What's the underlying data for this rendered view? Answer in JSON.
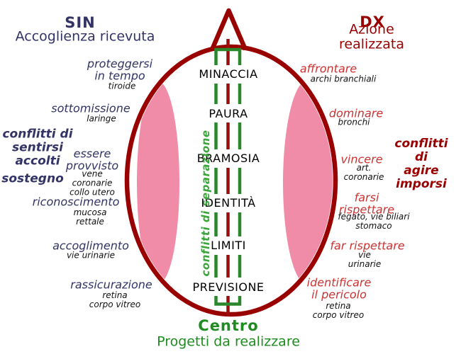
{
  "top_left": {
    "title": "SIN",
    "subtitle": "Accoglienza ricevuta"
  },
  "top_right": {
    "title": "DX",
    "subtitle": "Azione realizzata"
  },
  "bottom": {
    "title": "Centro",
    "subtitle": "Progetti da realizzare"
  },
  "center_column": {
    "separator_label": "conflitti di separazione",
    "items": [
      "MINACCIA",
      "PAURA",
      "BRAMOSIA",
      "IDENTITÀ",
      "LIMITI",
      "PREVISIONE"
    ]
  },
  "left_side": {
    "conflict_block": "conflitti di\nsentirsi\naccolti",
    "conflict_extra": "sostegno",
    "labels": [
      {
        "behavior": "proteggersi\nin tempo",
        "organ": "tiroide"
      },
      {
        "behavior": "sottomissione",
        "organ": "laringe"
      },
      {
        "behavior": "essere\nprovvisto",
        "organ": "vene\ncoronarie\ncollo utero"
      },
      {
        "behavior": "riconoscimento",
        "organ": "mucosa\nrettale"
      },
      {
        "behavior": "accoglimento",
        "organ": "vie urinarie"
      },
      {
        "behavior": "rassicurazione",
        "organ": "retina\ncorpo vitreo"
      }
    ]
  },
  "right_side": {
    "conflict_block": "conflitti di\nagire\nimporsi",
    "labels": [
      {
        "behavior": "affrontare",
        "organ": "archi branchiali"
      },
      {
        "behavior": "dominare",
        "organ": "bronchi"
      },
      {
        "behavior": "vincere",
        "organ": "art.\ncoronarie"
      },
      {
        "behavior": "farsi\nrispettare",
        "organ": "fegato, vie biliari\nstomaco"
      },
      {
        "behavior": "far rispettare",
        "organ": "vie\nurinarie"
      },
      {
        "behavior": "identificare\nil pericolo",
        "organ": "retina\ncorpo vitreo"
      }
    ]
  },
  "colors": {
    "navy": "#333366",
    "dark_red": "#990000",
    "crimson": "#cc3333",
    "green_line": "#2b872b",
    "green_text_vertical": "#3aa63a",
    "green_dark": "#1f8c1f",
    "pink_lens": "#f08ca8",
    "black": "#111111"
  }
}
